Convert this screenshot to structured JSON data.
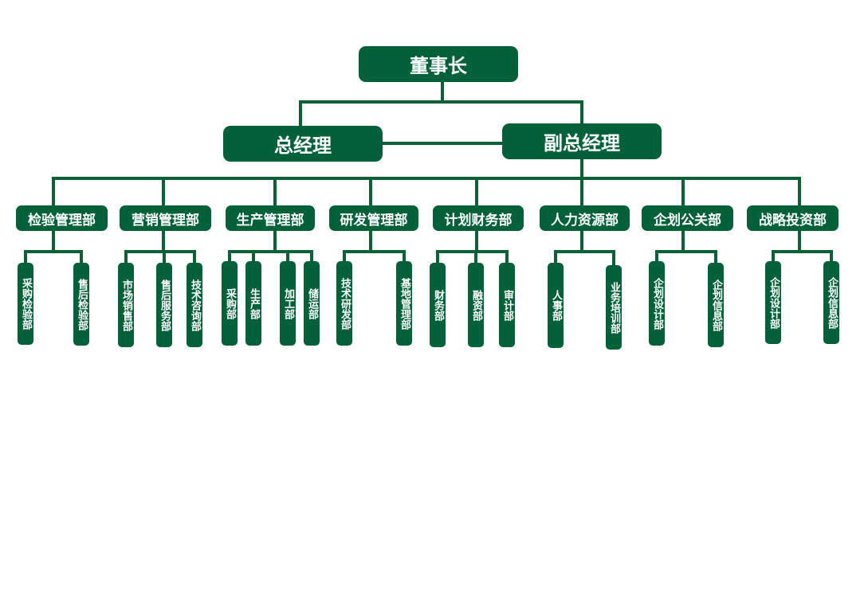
{
  "chairman": "董事长",
  "general_manager": "总经理",
  "deputy_general_manager": "副总经理",
  "departments": [
    {
      "name": "检验管理部",
      "children": [
        "采购检验部",
        "售后检验部"
      ]
    },
    {
      "name": "营销管理部",
      "children": [
        "市场销售部",
        "售后服务部",
        "技术咨询部"
      ]
    },
    {
      "name": "生产管理部",
      "children": [
        "采购部",
        "生产部",
        "加工部",
        "储运部"
      ]
    },
    {
      "name": "研发管理部",
      "children": [
        "技术研发部",
        "基地管理部"
      ]
    },
    {
      "name": "计划财务部",
      "children": [
        "财务部",
        "融资部",
        "审计部"
      ]
    },
    {
      "name": "人力资源部",
      "children": [
        "人事部",
        "业务培训部"
      ]
    },
    {
      "name": "企划公关部",
      "children": [
        "企划设计部",
        "企划信息部"
      ]
    },
    {
      "name": "战略投资部",
      "children": [
        "企划设计部",
        "企划信息部"
      ]
    }
  ],
  "colors": {
    "box": "#03613a",
    "line": "#0b6136"
  }
}
